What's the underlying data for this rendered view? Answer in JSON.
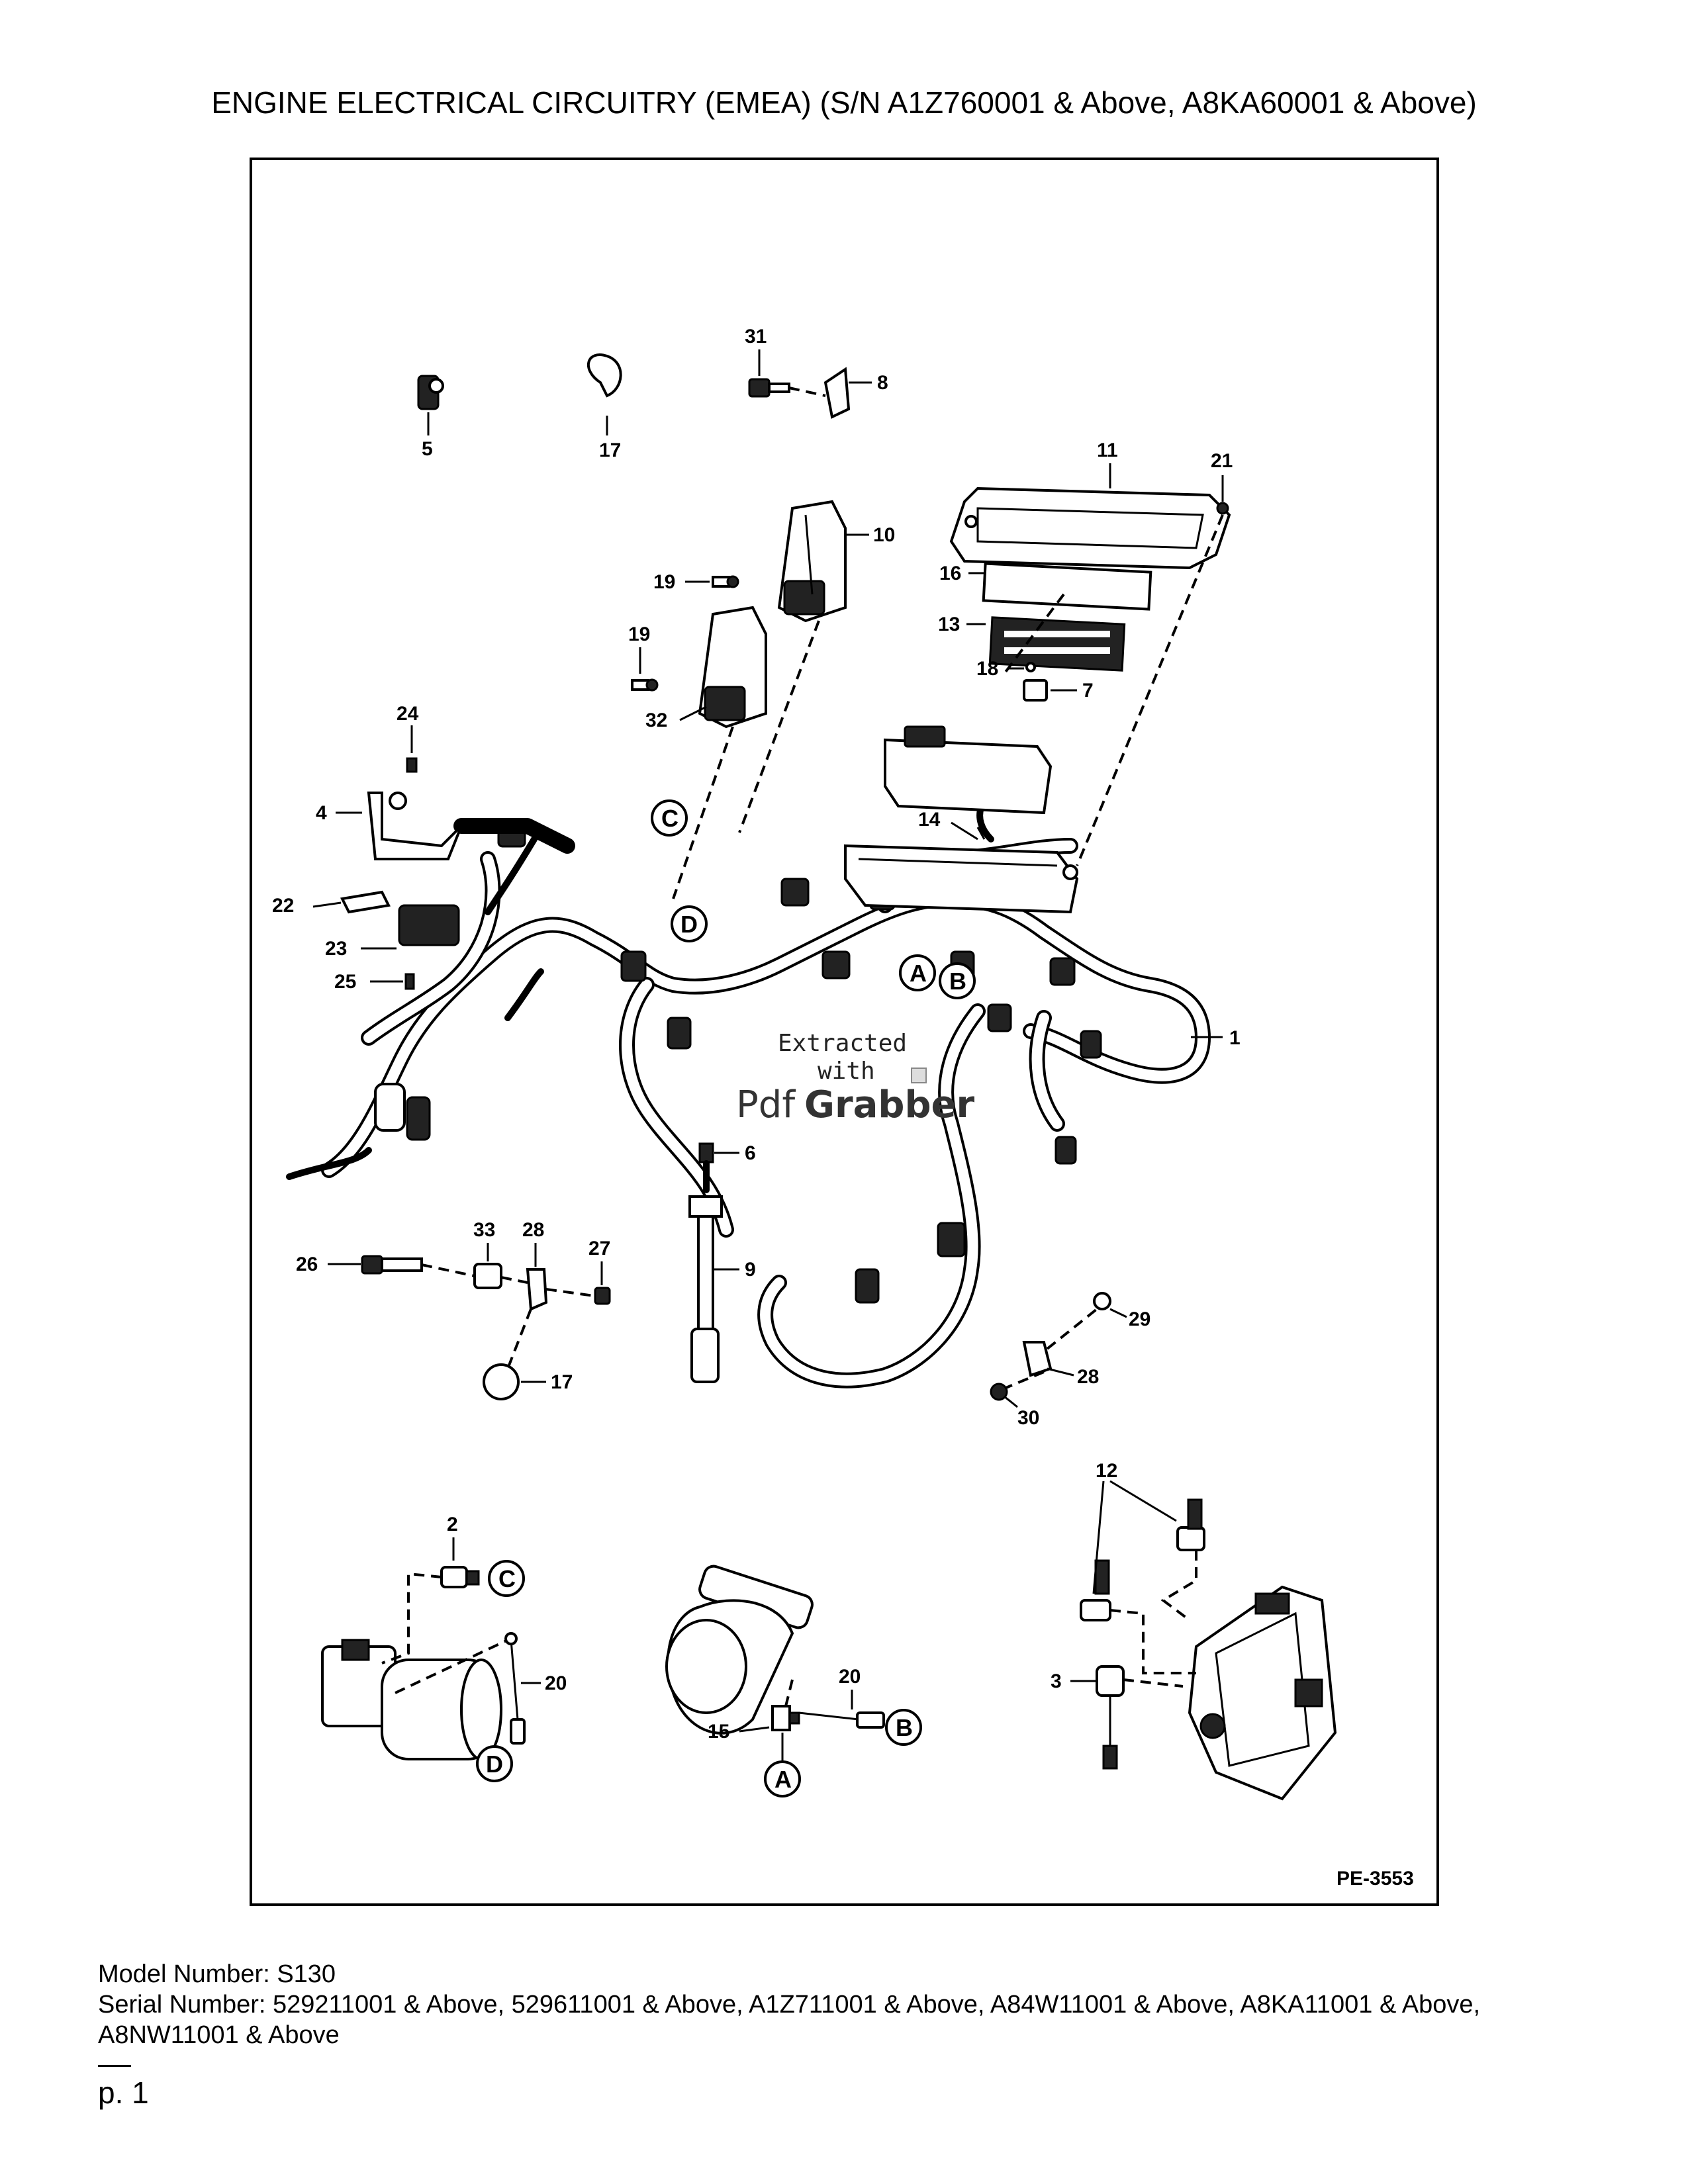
{
  "page_title": "ENGINE ELECTRICAL CIRCUITRY (EMEA) (S/N A1Z760001 & Above, A8KA60001 & Above)",
  "diagram": {
    "drawing_code": "PE-3553",
    "callouts": {
      "c1": "1",
      "c2": "2",
      "c3": "3",
      "c4": "4",
      "c5": "5",
      "c6": "6",
      "c7": "7",
      "c8": "8",
      "c9": "9",
      "c10": "10",
      "c11": "11",
      "c12": "12",
      "c13": "13",
      "c14": "14",
      "c15": "15",
      "c16": "16",
      "c17a": "17",
      "c17b": "17",
      "c18": "18",
      "c19a": "19",
      "c19b": "19",
      "c20a": "20",
      "c20b": "20",
      "c21": "21",
      "c22": "22",
      "c23": "23",
      "c24": "24",
      "c25": "25",
      "c26": "26",
      "c27": "27",
      "c28a": "28",
      "c28b": "28",
      "c29": "29",
      "c30": "30",
      "c31": "31",
      "c32": "32",
      "c33": "33"
    },
    "connector_refs": {
      "a1": "A",
      "b1": "B",
      "c1": "C",
      "d1": "D",
      "a2": "A",
      "b2": "B",
      "c2": "C",
      "d2": "D"
    }
  },
  "watermark": {
    "line1": "Extracted",
    "line2": "with",
    "brand_a": "Pdf",
    "brand_b": "Grabber"
  },
  "footer": {
    "model": "Model Number: S130",
    "serial": "Serial Number: 529211001 & Above, 529611001 & Above, A1Z711001 & Above, A84W11001 & Above, A8KA11001 & Above, A8NW11001 & Above"
  },
  "page_number": "p. 1"
}
